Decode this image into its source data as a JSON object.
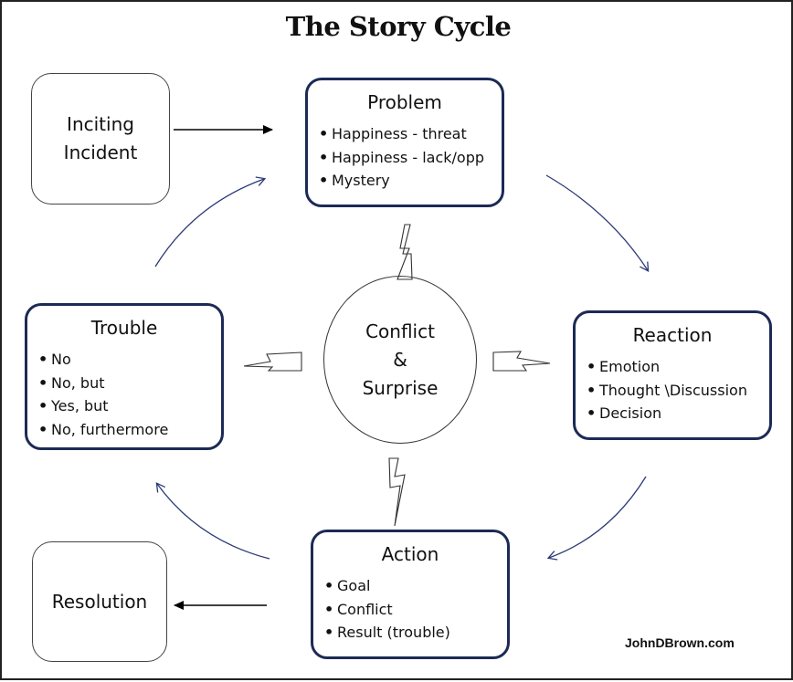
{
  "title": "The Story Cycle",
  "inciting": "Inciting\nIncident",
  "resolution": "Resolution",
  "problem": {
    "title": "Problem",
    "items": [
      "Happiness - threat",
      "Happiness - lack/opp",
      "Mystery"
    ]
  },
  "reaction": {
    "title": "Reaction",
    "items": [
      "Emotion",
      "Thought \\Discussion",
      "Decision"
    ]
  },
  "action": {
    "title": "Action",
    "items": [
      "Goal",
      "Conflict",
      "Result (trouble)"
    ]
  },
  "trouble": {
    "title": "Trouble",
    "items": [
      "No",
      "No, but",
      "Yes, but",
      "No, furthermore"
    ]
  },
  "center": {
    "line1": "Conflict",
    "line2": "&",
    "line3": "Surprise"
  },
  "credit": "JohnDBrown.com",
  "bullet": "•",
  "colors": {
    "box_border": "#1c2a55",
    "cycle_arrow": "#2b3a78"
  }
}
